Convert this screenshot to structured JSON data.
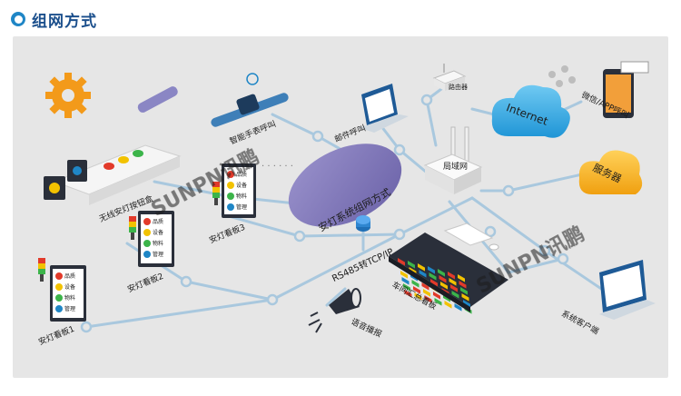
{
  "header": {
    "title": "组网方式"
  },
  "center": {
    "label": "安灯系统组网方式"
  },
  "watermark": {
    "text": "SUNPN讯鹏"
  },
  "labels": {
    "wireless_box": "无线安灯按钮盒",
    "board1": "安灯看板1",
    "board2": "安灯看板2",
    "board3": "安灯看板3",
    "smartwatch": "智能手表呼叫",
    "email": "邮件呼叫",
    "router": "路由器",
    "internet": "Internet",
    "wechat_app": "微信/APP呼叫",
    "server": "服务器",
    "lan": "局域网",
    "rs485": "RS485转TCP/IP",
    "workshop_board": "车间汇总看板",
    "voice": "语音播报",
    "client": "系统客户端"
  },
  "board_rows": [
    "品质",
    "设备",
    "物料",
    "管理"
  ],
  "colors": {
    "accent": "#1f86c6",
    "title": "#1b4f8c",
    "panel": "#e6e6e6",
    "line": "#9fc1da",
    "cloud": "#4db3e6",
    "server_cloud": "#f6b425",
    "center_ellipse": "#7c72b4"
  }
}
